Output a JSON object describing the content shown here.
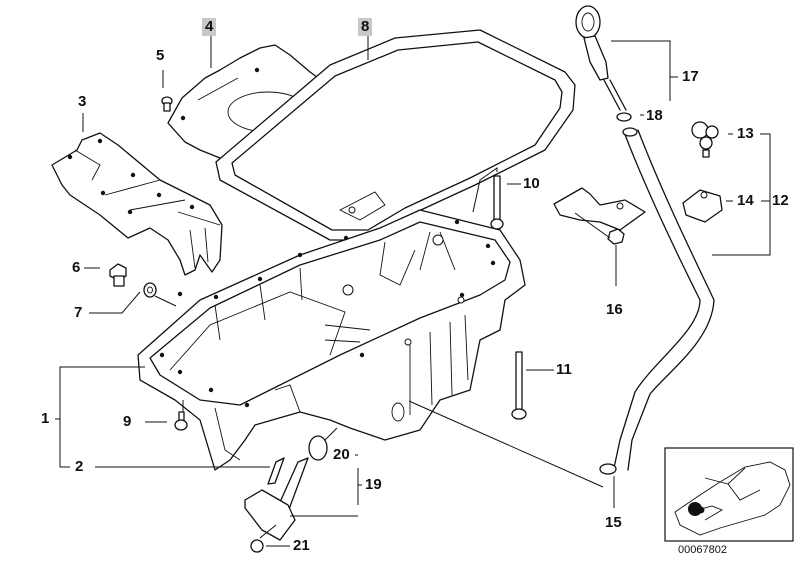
{
  "diagram": {
    "title": "Oil pan / oil level indicator parts diagram",
    "drawing_number": "00067802",
    "highlight_color": "#c8c8c8",
    "callouts": [
      {
        "id": "1",
        "label": "1",
        "part": "oil-pan-assembly"
      },
      {
        "id": "2",
        "label": "2",
        "part": "oil-pan-sub-bracket"
      },
      {
        "id": "3",
        "label": "3",
        "part": "baffle-plate"
      },
      {
        "id": "4",
        "label": "4",
        "part": "oil-pan-upper-baffle",
        "highlighted": true
      },
      {
        "id": "5",
        "label": "5",
        "part": "screw"
      },
      {
        "id": "6",
        "label": "6",
        "part": "drain-plug"
      },
      {
        "id": "7",
        "label": "7",
        "part": "sealing-ring"
      },
      {
        "id": "8",
        "label": "8",
        "part": "oil-pan-gasket",
        "highlighted": true
      },
      {
        "id": "9",
        "label": "9",
        "part": "screw"
      },
      {
        "id": "10",
        "label": "10",
        "part": "bolt"
      },
      {
        "id": "11",
        "label": "11",
        "part": "long-bolt"
      },
      {
        "id": "12",
        "label": "12",
        "part": "holder-set"
      },
      {
        "id": "13",
        "label": "13",
        "part": "clip"
      },
      {
        "id": "14",
        "label": "14",
        "part": "holder"
      },
      {
        "id": "15",
        "label": "15",
        "part": "o-ring"
      },
      {
        "id": "16",
        "label": "16",
        "part": "screw"
      },
      {
        "id": "17",
        "label": "17",
        "part": "oil-dipstick"
      },
      {
        "id": "18",
        "label": "18",
        "part": "o-ring"
      },
      {
        "id": "19",
        "label": "19",
        "part": "oil-pump-suction-pipe"
      },
      {
        "id": "20",
        "label": "20",
        "part": "o-ring"
      },
      {
        "id": "21",
        "label": "21",
        "part": "nut"
      }
    ]
  },
  "thumbnail": {
    "description": "car-location-inset",
    "marker": "engine-front-position"
  }
}
